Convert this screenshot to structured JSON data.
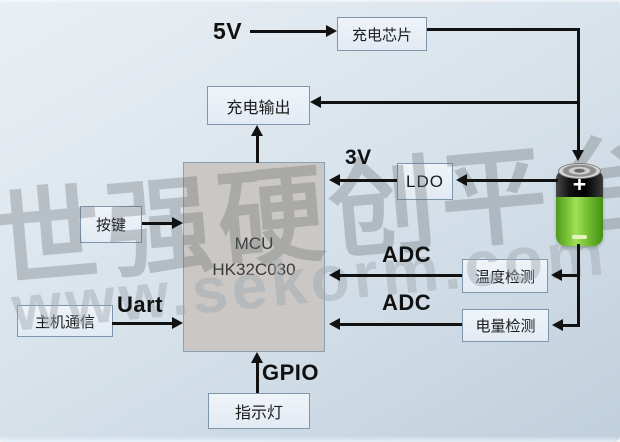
{
  "diagram": {
    "nodes": {
      "charger_chip": "充电芯片",
      "charge_output": "充电输出",
      "ldo": "LDO",
      "button": "按键",
      "mcu_line1": "MCU",
      "mcu_line2": "HK32C030",
      "host_comm": "主机通信",
      "temp_detect": "温度检测",
      "level_detect": "电量检测",
      "indicator": "指示灯"
    },
    "labels": {
      "v5": "5V",
      "v3": "3V",
      "adc_top": "ADC",
      "adc_bottom": "ADC",
      "uart": "Uart",
      "gpio": "GPIO"
    },
    "battery": {
      "plus": "+"
    },
    "colors": {
      "box_fill": "#e2eaf3",
      "box_border": "#7e95ac",
      "mcu_fill": "#cac7c4",
      "connector": "#111111",
      "battery_green": "#6ab52a",
      "battery_band": "#1a1a1a"
    }
  },
  "watermark": {
    "line1": "世强硬创平台",
    "line2": "www.sekorm.com"
  }
}
